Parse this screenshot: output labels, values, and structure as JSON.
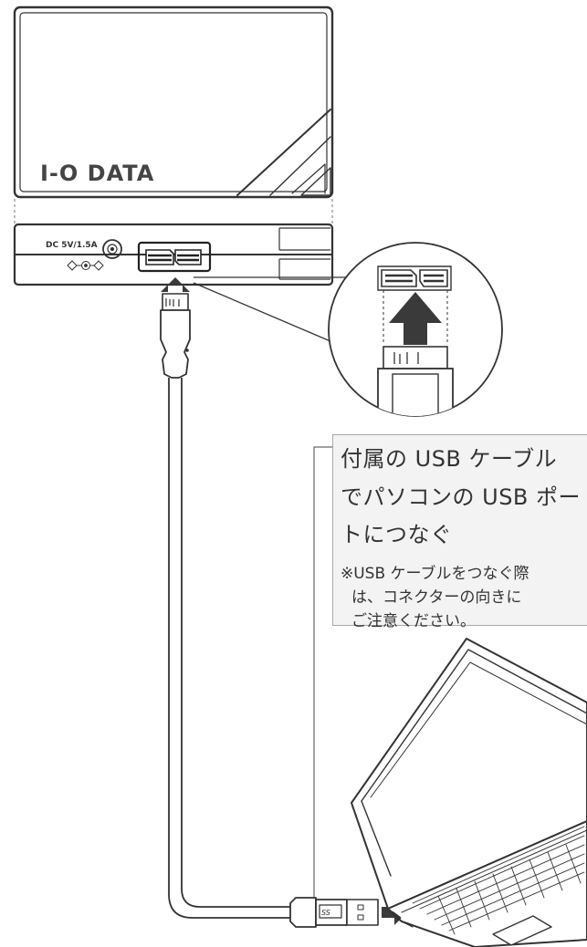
{
  "device": {
    "brand": "I-O DATA",
    "power_label": "DC 5V/1.5A"
  },
  "callout": {
    "instruction_lines": [
      "付属の USB ケーブル",
      "でパソコンの USB ポー",
      "トにつなぐ"
    ],
    "note_lines": [
      "※USB ケーブルをつなぐ際",
      "は、コネクターの向きに",
      "ご注意ください。"
    ]
  },
  "colors": {
    "line": "#333333",
    "arrow": "#3a3a3a",
    "callout_bg": "#f3f3f3",
    "callout_border": "#a9a9a9"
  }
}
